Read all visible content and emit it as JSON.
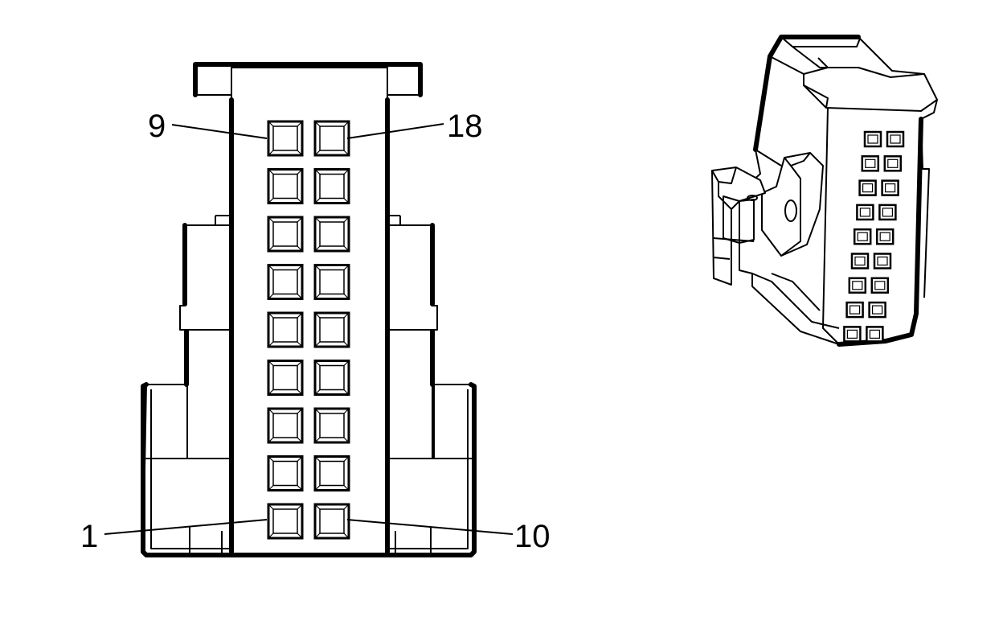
{
  "front_view": {
    "callouts": [
      {
        "id": "pin-9",
        "label": "9"
      },
      {
        "id": "pin-18",
        "label": "18"
      },
      {
        "id": "pin-1",
        "label": "1"
      },
      {
        "id": "pin-10",
        "label": "10"
      }
    ],
    "cavity_rows": 9,
    "cavity_columns": 2
  },
  "iso_view": {
    "cavity_rows": 9,
    "cavity_columns": 2
  },
  "colors": {
    "line": "#000000",
    "background": "#ffffff"
  }
}
